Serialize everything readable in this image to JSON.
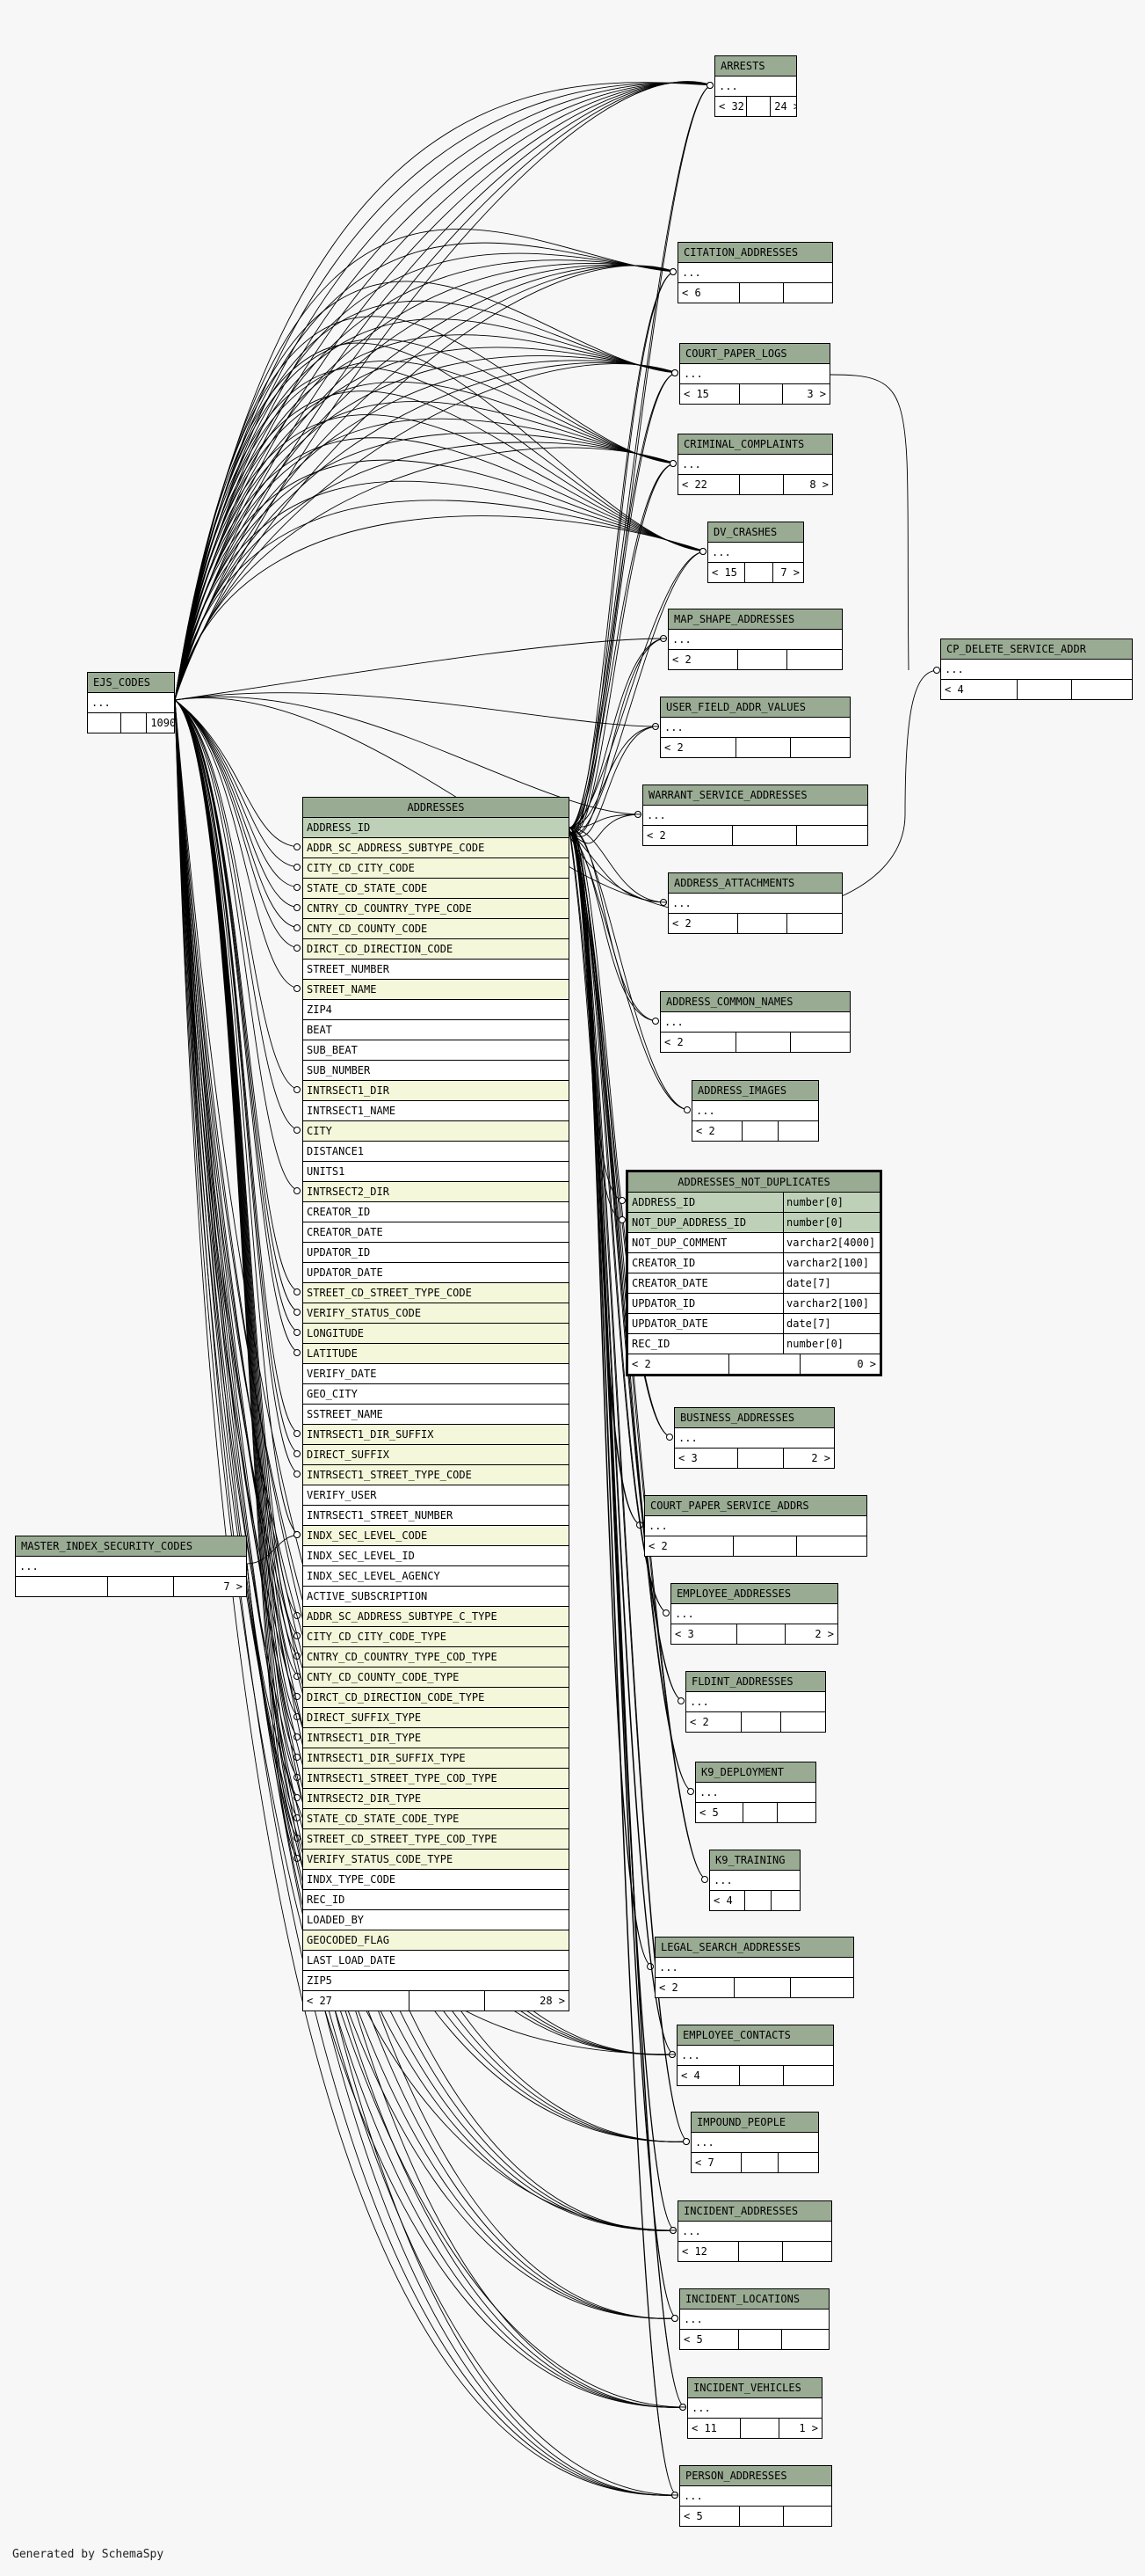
{
  "credit": "Generated by SchemaSpy",
  "addresses": {
    "name": "ADDRESSES",
    "columns": [
      {
        "name": "ADDRESS_ID",
        "kind": "pk"
      },
      {
        "name": "ADDR_SC_ADDRESS_SUBTYPE_CODE",
        "kind": "fk"
      },
      {
        "name": "CITY_CD_CITY_CODE",
        "kind": "fk"
      },
      {
        "name": "STATE_CD_STATE_CODE",
        "kind": "fk"
      },
      {
        "name": "CNTRY_CD_COUNTRY_TYPE_CODE",
        "kind": "fk"
      },
      {
        "name": "CNTY_CD_COUNTY_CODE",
        "kind": "fk"
      },
      {
        "name": "DIRCT_CD_DIRECTION_CODE",
        "kind": "fk"
      },
      {
        "name": "STREET_NUMBER",
        "kind": "plain"
      },
      {
        "name": "STREET_NAME",
        "kind": "fk"
      },
      {
        "name": "ZIP4",
        "kind": "plain"
      },
      {
        "name": "BEAT",
        "kind": "plain"
      },
      {
        "name": "SUB_BEAT",
        "kind": "plain"
      },
      {
        "name": "SUB_NUMBER",
        "kind": "plain"
      },
      {
        "name": "INTRSECT1_DIR",
        "kind": "fk"
      },
      {
        "name": "INTRSECT1_NAME",
        "kind": "plain"
      },
      {
        "name": "CITY",
        "kind": "fk"
      },
      {
        "name": "DISTANCE1",
        "kind": "plain"
      },
      {
        "name": "UNITS1",
        "kind": "plain"
      },
      {
        "name": "INTRSECT2_DIR",
        "kind": "fk"
      },
      {
        "name": "CREATOR_ID",
        "kind": "plain"
      },
      {
        "name": "CREATOR_DATE",
        "kind": "plain"
      },
      {
        "name": "UPDATOR_ID",
        "kind": "plain"
      },
      {
        "name": "UPDATOR_DATE",
        "kind": "plain"
      },
      {
        "name": "STREET_CD_STREET_TYPE_CODE",
        "kind": "fk"
      },
      {
        "name": "VERIFY_STATUS_CODE",
        "kind": "fk"
      },
      {
        "name": "LONGITUDE",
        "kind": "fk"
      },
      {
        "name": "LATITUDE",
        "kind": "fk"
      },
      {
        "name": "VERIFY_DATE",
        "kind": "plain"
      },
      {
        "name": "GEO_CITY",
        "kind": "plain"
      },
      {
        "name": "SSTREET_NAME",
        "kind": "plain"
      },
      {
        "name": "INTRSECT1_DIR_SUFFIX",
        "kind": "fk"
      },
      {
        "name": "DIRECT_SUFFIX",
        "kind": "fk"
      },
      {
        "name": "INTRSECT1_STREET_TYPE_CODE",
        "kind": "fk"
      },
      {
        "name": "VERIFY_USER",
        "kind": "plain"
      },
      {
        "name": "INTRSECT1_STREET_NUMBER",
        "kind": "plain"
      },
      {
        "name": "INDX_SEC_LEVEL_CODE",
        "kind": "fk"
      },
      {
        "name": "INDX_SEC_LEVEL_ID",
        "kind": "plain"
      },
      {
        "name": "INDX_SEC_LEVEL_AGENCY",
        "kind": "plain"
      },
      {
        "name": "ACTIVE_SUBSCRIPTION",
        "kind": "plain"
      },
      {
        "name": "ADDR_SC_ADDRESS_SUBTYPE_C_TYPE",
        "kind": "fk"
      },
      {
        "name": "CITY_CD_CITY_CODE_TYPE",
        "kind": "fk"
      },
      {
        "name": "CNTRY_CD_COUNTRY_TYPE_COD_TYPE",
        "kind": "fk"
      },
      {
        "name": "CNTY_CD_COUNTY_CODE_TYPE",
        "kind": "fk"
      },
      {
        "name": "DIRCT_CD_DIRECTION_CODE_TYPE",
        "kind": "fk"
      },
      {
        "name": "DIRECT_SUFFIX_TYPE",
        "kind": "fk"
      },
      {
        "name": "INTRSECT1_DIR_TYPE",
        "kind": "fk"
      },
      {
        "name": "INTRSECT1_DIR_SUFFIX_TYPE",
        "kind": "fk"
      },
      {
        "name": "INTRSECT1_STREET_TYPE_COD_TYPE",
        "kind": "fk"
      },
      {
        "name": "INTRSECT2_DIR_TYPE",
        "kind": "fk"
      },
      {
        "name": "STATE_CD_STATE_CODE_TYPE",
        "kind": "fk"
      },
      {
        "name": "STREET_CD_STREET_TYPE_COD_TYPE",
        "kind": "fk"
      },
      {
        "name": "VERIFY_STATUS_CODE_TYPE",
        "kind": "fk"
      },
      {
        "name": "INDX_TYPE_CODE",
        "kind": "plain"
      },
      {
        "name": "REC_ID",
        "kind": "plain"
      },
      {
        "name": "LOADED_BY",
        "kind": "plain"
      },
      {
        "name": "GEOCODED_FLAG",
        "kind": "fk"
      },
      {
        "name": "LAST_LOAD_DATE",
        "kind": "plain"
      },
      {
        "name": "ZIP5",
        "kind": "plain"
      }
    ],
    "footer": {
      "parents": "< 27",
      "mid": "",
      "children": "28 >"
    }
  },
  "not_duplicates": {
    "name": "ADDRESSES_NOT_DUPLICATES",
    "columns": [
      {
        "name": "ADDRESS_ID",
        "type": "number[0]",
        "kind": "pk"
      },
      {
        "name": "NOT_DUP_ADDRESS_ID",
        "type": "number[0]",
        "kind": "pk"
      },
      {
        "name": "NOT_DUP_COMMENT",
        "type": "varchar2[4000]",
        "kind": "plain"
      },
      {
        "name": "CREATOR_ID",
        "type": "varchar2[100]",
        "kind": "plain"
      },
      {
        "name": "CREATOR_DATE",
        "type": "date[7]",
        "kind": "plain"
      },
      {
        "name": "UPDATOR_ID",
        "type": "varchar2[100]",
        "kind": "plain"
      },
      {
        "name": "UPDATOR_DATE",
        "type": "date[7]",
        "kind": "plain"
      },
      {
        "name": "REC_ID",
        "type": "number[0]",
        "kind": "plain"
      }
    ],
    "footer": {
      "parents": "< 2",
      "mid": "",
      "children": "0 >"
    }
  },
  "tables": [
    {
      "id": "arrests",
      "name": "ARRESTS",
      "footer": {
        "parents": "< 32",
        "mid": "",
        "children": "24 >"
      }
    },
    {
      "id": "citation_addresses",
      "name": "CITATION_ADDRESSES",
      "footer": {
        "parents": "< 6",
        "mid": "",
        "children": ""
      }
    },
    {
      "id": "court_paper_logs",
      "name": "COURT_PAPER_LOGS",
      "footer": {
        "parents": "< 15",
        "mid": "",
        "children": "3 >"
      }
    },
    {
      "id": "criminal_complaints",
      "name": "CRIMINAL_COMPLAINTS",
      "footer": {
        "parents": "< 22",
        "mid": "",
        "children": "8 >"
      }
    },
    {
      "id": "dv_crashes",
      "name": "DV_CRASHES",
      "footer": {
        "parents": "< 15",
        "mid": "",
        "children": "7 >"
      }
    },
    {
      "id": "map_shape_addresses",
      "name": "MAP_SHAPE_ADDRESSES",
      "footer": {
        "parents": "< 2",
        "mid": "",
        "children": ""
      }
    },
    {
      "id": "cp_delete_service_addr",
      "name": "CP_DELETE_SERVICE_ADDR",
      "footer": {
        "parents": "< 4",
        "mid": "",
        "children": ""
      }
    },
    {
      "id": "user_field_addr_values",
      "name": "USER_FIELD_ADDR_VALUES",
      "footer": {
        "parents": "< 2",
        "mid": "",
        "children": ""
      }
    },
    {
      "id": "warrant_service_addresses",
      "name": "WARRANT_SERVICE_ADDRESSES",
      "footer": {
        "parents": "< 2",
        "mid": "",
        "children": ""
      }
    },
    {
      "id": "address_attachments",
      "name": "ADDRESS_ATTACHMENTS",
      "footer": {
        "parents": "< 2",
        "mid": "",
        "children": ""
      }
    },
    {
      "id": "address_common_names",
      "name": "ADDRESS_COMMON_NAMES",
      "footer": {
        "parents": "< 2",
        "mid": "",
        "children": ""
      }
    },
    {
      "id": "address_images",
      "name": "ADDRESS_IMAGES",
      "footer": {
        "parents": "< 2",
        "mid": "",
        "children": ""
      }
    },
    {
      "id": "ejs_codes",
      "name": "EJS_CODES",
      "footer": {
        "parents": "",
        "mid": "",
        "children": "1090 >"
      }
    },
    {
      "id": "master_index_security_codes",
      "name": "MASTER_INDEX_SECURITY_CODES",
      "footer": {
        "parents": "",
        "mid": "",
        "children": "7 >"
      }
    },
    {
      "id": "business_addresses",
      "name": "BUSINESS_ADDRESSES",
      "footer": {
        "parents": "< 3",
        "mid": "",
        "children": "2 >"
      }
    },
    {
      "id": "court_paper_service_addrs",
      "name": "COURT_PAPER_SERVICE_ADDRS",
      "footer": {
        "parents": "< 2",
        "mid": "",
        "children": ""
      }
    },
    {
      "id": "employee_addresses",
      "name": "EMPLOYEE_ADDRESSES",
      "footer": {
        "parents": "< 3",
        "mid": "",
        "children": "2 >"
      }
    },
    {
      "id": "fldint_addresses",
      "name": "FLDINT_ADDRESSES",
      "footer": {
        "parents": "< 2",
        "mid": "",
        "children": ""
      }
    },
    {
      "id": "k9_deployment",
      "name": "K9_DEPLOYMENT",
      "footer": {
        "parents": "< 5",
        "mid": "",
        "children": ""
      }
    },
    {
      "id": "k9_training",
      "name": "K9_TRAINING",
      "footer": {
        "parents": "< 4",
        "mid": "",
        "children": ""
      }
    },
    {
      "id": "legal_search_addresses",
      "name": "LEGAL_SEARCH_ADDRESSES",
      "footer": {
        "parents": "< 2",
        "mid": "",
        "children": ""
      }
    },
    {
      "id": "employee_contacts",
      "name": "EMPLOYEE_CONTACTS",
      "footer": {
        "parents": "< 4",
        "mid": "",
        "children": ""
      }
    },
    {
      "id": "impound_people",
      "name": "IMPOUND_PEOPLE",
      "footer": {
        "parents": "< 7",
        "mid": "",
        "children": ""
      }
    },
    {
      "id": "incident_addresses",
      "name": "INCIDENT_ADDRESSES",
      "footer": {
        "parents": "< 12",
        "mid": "",
        "children": ""
      }
    },
    {
      "id": "incident_locations",
      "name": "INCIDENT_LOCATIONS",
      "footer": {
        "parents": "< 5",
        "mid": "",
        "children": ""
      }
    },
    {
      "id": "incident_vehicles",
      "name": "INCIDENT_VEHICLES",
      "footer": {
        "parents": "< 11",
        "mid": "",
        "children": "1 >"
      }
    },
    {
      "id": "person_addresses",
      "name": "PERSON_ADDRESSES",
      "footer": {
        "parents": "< 5",
        "mid": "",
        "children": ""
      }
    }
  ],
  "ellipsis": "..."
}
